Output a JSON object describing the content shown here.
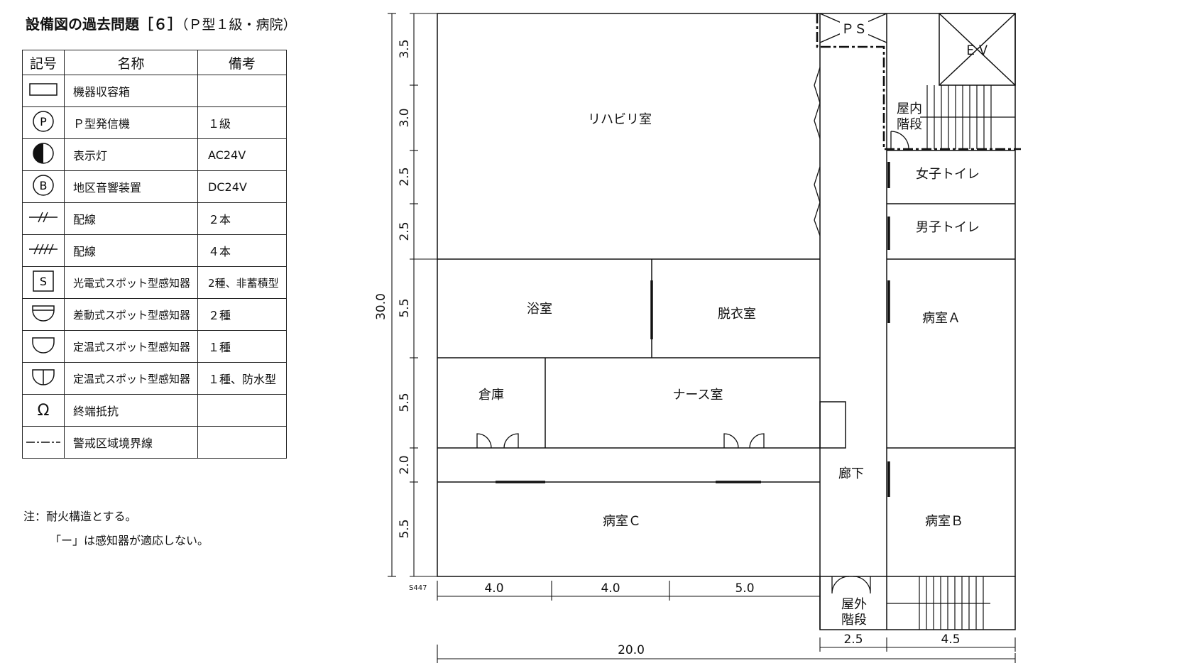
{
  "title": {
    "main": "設備図の過去問題［６］",
    "sub": "（Ｐ型１級・病院）"
  },
  "legend": {
    "headers": [
      "記号",
      "名称",
      "備考"
    ],
    "rows": [
      {
        "icon": "equipment-box-icon",
        "name": "機器収容箱",
        "note": ""
      },
      {
        "icon": "p-type-transmitter-icon",
        "name": "Ｐ型発信機",
        "note": "１級"
      },
      {
        "icon": "indicator-lamp-icon",
        "name": "表示灯",
        "note": "AC24V"
      },
      {
        "icon": "area-sounder-icon",
        "name": "地区音響装置",
        "note": "DC24V"
      },
      {
        "icon": "wiring-2-icon",
        "name": "配線",
        "note": "２本"
      },
      {
        "icon": "wiring-4-icon",
        "name": "配線",
        "note": "４本"
      },
      {
        "icon": "photoelectric-detector-icon",
        "name": "光電式スポット型感知器",
        "note": "2種、非蓄積型"
      },
      {
        "icon": "rate-of-rise-detector-icon",
        "name": "差動式スポット型感知器",
        "note": "２種"
      },
      {
        "icon": "fixed-temp-detector-icon",
        "name": "定温式スポット型感知器",
        "note": "１種"
      },
      {
        "icon": "fixed-temp-waterproof-detector-icon",
        "name": "定温式スポット型感知器",
        "note": "１種、防水型"
      },
      {
        "icon": "terminal-resistor-icon",
        "name": "終端抵抗",
        "note": ""
      },
      {
        "icon": "boundary-line-icon",
        "name": "警戒区域境界線",
        "note": ""
      }
    ],
    "symbol_texts": {
      "p": "P",
      "b": "B",
      "s": "S",
      "omega": "Ω"
    }
  },
  "notes": [
    "注：耐火構造とする。",
    "「ー」は感知器が適応しない。"
  ],
  "plan": {
    "rooms": {
      "ps": "ＰＳ",
      "ev": "ＥＶ",
      "rehab": "リハビリ室",
      "stairs_in_1": "屋内",
      "stairs_in_2": "階段",
      "women": "女子トイレ",
      "men": "男子トイレ",
      "bath": "浴室",
      "dressing": "脱衣室",
      "room_a": "病室Ａ",
      "storage": "倉庫",
      "nurse": "ナース室",
      "corridor": "廊下",
      "room_c": "病室Ｃ",
      "room_b": "病室Ｂ",
      "stairs_out_1": "屋外",
      "stairs_out_2": "階段"
    },
    "dims": {
      "total_height": "30.0",
      "h1": "3.5",
      "h2": "3.0",
      "h3": "2.5",
      "h4": "2.5",
      "h5": "5.5",
      "h6": "5.5",
      "h7": "2.0",
      "h8": "5.5",
      "w1": "4.0",
      "w2": "4.0",
      "w3": "5.0",
      "w4": "2.5",
      "w5": "4.5",
      "total_width": "20.0",
      "code": "S447"
    }
  }
}
